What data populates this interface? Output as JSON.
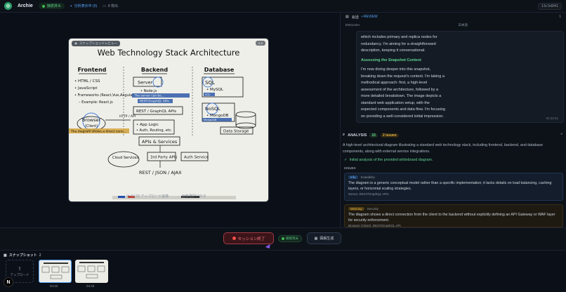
{
  "topbar": {
    "app_title": "Archie",
    "connected": "接続済み",
    "analyzing": "分析表示中 (5)",
    "count_label": "8 検出",
    "session_id": "13c3d041"
  },
  "whiteboard": {
    "badge": "スナップショットレビュー",
    "zoom": "1.2",
    "title": "Web Technology Stack Architecture",
    "frontend": {
      "heading": "Frontend",
      "items": [
        "• HTML / CSS",
        "• JavaScript",
        "• Frameworks (React,Vue,Angular)",
        "– Example: React.js"
      ],
      "browser": "Browser",
      "browser_sub": "(Client)"
    },
    "backend": {
      "heading": "Backend",
      "server": "Server",
      "items": [
        "• Node.js"
      ],
      "rest": "REST / GraphQL APIs",
      "logic": [
        "• App Logic",
        "• Auth, Routing, etc."
      ]
    },
    "database": {
      "heading": "Database",
      "sql": "SQL",
      "sql_items": [
        "• MySQL"
      ],
      "nosql": "NoSQL",
      "nosql_items": [
        "• MongoDB"
      ],
      "storage": "Data Storage"
    },
    "apis": {
      "title": "APIs & Services",
      "cloud": "Cloud Services",
      "third_party": "3rd Party APIs",
      "auth": "Auth Service",
      "format": "REST / JSON / AJAX",
      "http": "HTTP / API"
    },
    "overlays": [
      "The server can be... ",
      "REST/GraphQL APIs",
      "The diagram shows a direct conn...",
      "SQL",
      "NoSQL",
      "MongoDB"
    ]
  },
  "under_board": {
    "time": "04:33 アップロード画像",
    "back": "画像選択に戻る"
  },
  "panel": {
    "header_title": "会話",
    "header_review": "• REVIEW",
    "lang_left": "ENGLISH",
    "lang_right": "日本語",
    "count_right": "1",
    "transcript": {
      "lines_top": [
        "which includes primary and replica nodes for",
        "redundancy. I'm aiming for a straightforward",
        "description, keeping it conversational."
      ],
      "heading": "Assessing the Snapshot Context",
      "lines_body": [
        "I'm now diving deeper into this snapshot,",
        "breaking down the request's context. I'm taking a",
        "methodical approach: first, a high-level",
        "assessment of the architecture, followed by a",
        "more detailed breakdown. The image depicts a",
        "standard web application setup, with the",
        "expected components and data flow. I'm focusing",
        "on providing a well-considered initial impression."
      ],
      "time": "04:33:31"
    }
  },
  "analysis": {
    "title": "ANALYSIS",
    "count": "15",
    "issues": "2 issues",
    "summary": "A high-level architectural diagram illustrating a standard web technology stack, including frontend, backend, and database components, along with external service integrations.",
    "initial": "Initial analysis of the provided whiteboard diagram.",
    "issues_label": "ISSUES",
    "cards": [
      {
        "level": "Info",
        "category": "Scalability",
        "desc": "The diagram is a generic conceptual model rather than a specific implementation; it lacks details on load balancing, caching layers, or horizontal scaling strategies.",
        "comp": "Server, REST/GraphQL APIs"
      },
      {
        "level": "Warning",
        "category": "Security",
        "desc": "The diagram shows a direct connection from the client to the backend without explicitly defining an API Gateway or WAF layer for security enforcement.",
        "comp": "Browser (Client), REST/GraphQL API"
      }
    ]
  },
  "controls": {
    "end_session": "セッション終了",
    "connected": "接続済み",
    "generate": "図解生成"
  },
  "snapshots": {
    "title": "スナップショット",
    "count": "2",
    "upload": "アップロード",
    "items": [
      {
        "time": "04:33"
      },
      {
        "time": "04:33"
      }
    ],
    "nbadge": "N"
  },
  "colors": {
    "accent": "#5fd38d",
    "danger": "#f85149",
    "info": "#58a6ff",
    "warn": "#e3b341"
  }
}
